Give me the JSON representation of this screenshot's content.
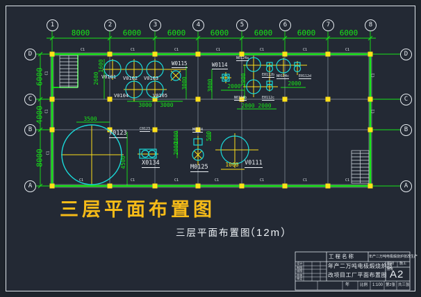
{
  "grid": {
    "cols": [
      "1",
      "2",
      "3",
      "4",
      "5",
      "6",
      "7",
      "8"
    ],
    "rows": [
      "D",
      "C",
      "B",
      "A"
    ],
    "top_dims": [
      "8000",
      "6000",
      "6000",
      "6000",
      "6000",
      "6000",
      "6000"
    ],
    "side_dims": [
      "6000",
      "4000",
      "8000"
    ],
    "column_tag": "C1"
  },
  "dims": {
    "d1600": "1600",
    "d2600": "2600",
    "d3000": "3000",
    "d3500": "3500",
    "d4500": "4500",
    "d2000": "2000",
    "d2900": "2900",
    "d500": "500",
    "d1000": "1000"
  },
  "equipment": {
    "v0101": "V0101",
    "v0102": "V0102",
    "v0103": "V0103",
    "v0104": "V0104",
    "v0105": "V0105",
    "w0115": "W0115",
    "w0114": "W0114",
    "n0124a": "N0124a",
    "n0124b": "N0124b",
    "n0124c": "N0124c",
    "e0112b": "E0112b",
    "e0112c": "E0112c",
    "e0112d": "E0112d",
    "c0123": "C0123",
    "m0124": "M0124",
    "t0123": "T0123",
    "x0134": "X0134",
    "m0125": "M0125",
    "v0111": "V0111"
  },
  "titles": {
    "main": "三层平面布置图",
    "sub": "三层平面布置图",
    "sub_scale": "（12m）"
  },
  "title_block": {
    "project_label": "工程名称",
    "project_name": "年产二万吨电极煅烧炉技改生产",
    "title_line1": "年产二万吨电极煅烧炉技",
    "title_line2": "改项目工厂平面布置图",
    "sheet_size": "A2",
    "type_label": "图别",
    "type_value": "施工",
    "no_label": "图号",
    "year_label": "年",
    "scale_label": "比例",
    "scale_value": "1:100",
    "sheet_no": "第2张",
    "sheet_total": "共三张",
    "sig_rows": [
      "设计",
      "制图",
      "描图",
      "校核",
      "审定"
    ]
  },
  "colors": {
    "accent_green": "#17e617",
    "accent_yellow": "#ffe01a",
    "accent_cyan": "#1adbdb",
    "title_color": "#f6bb18",
    "background": "#232934"
  }
}
